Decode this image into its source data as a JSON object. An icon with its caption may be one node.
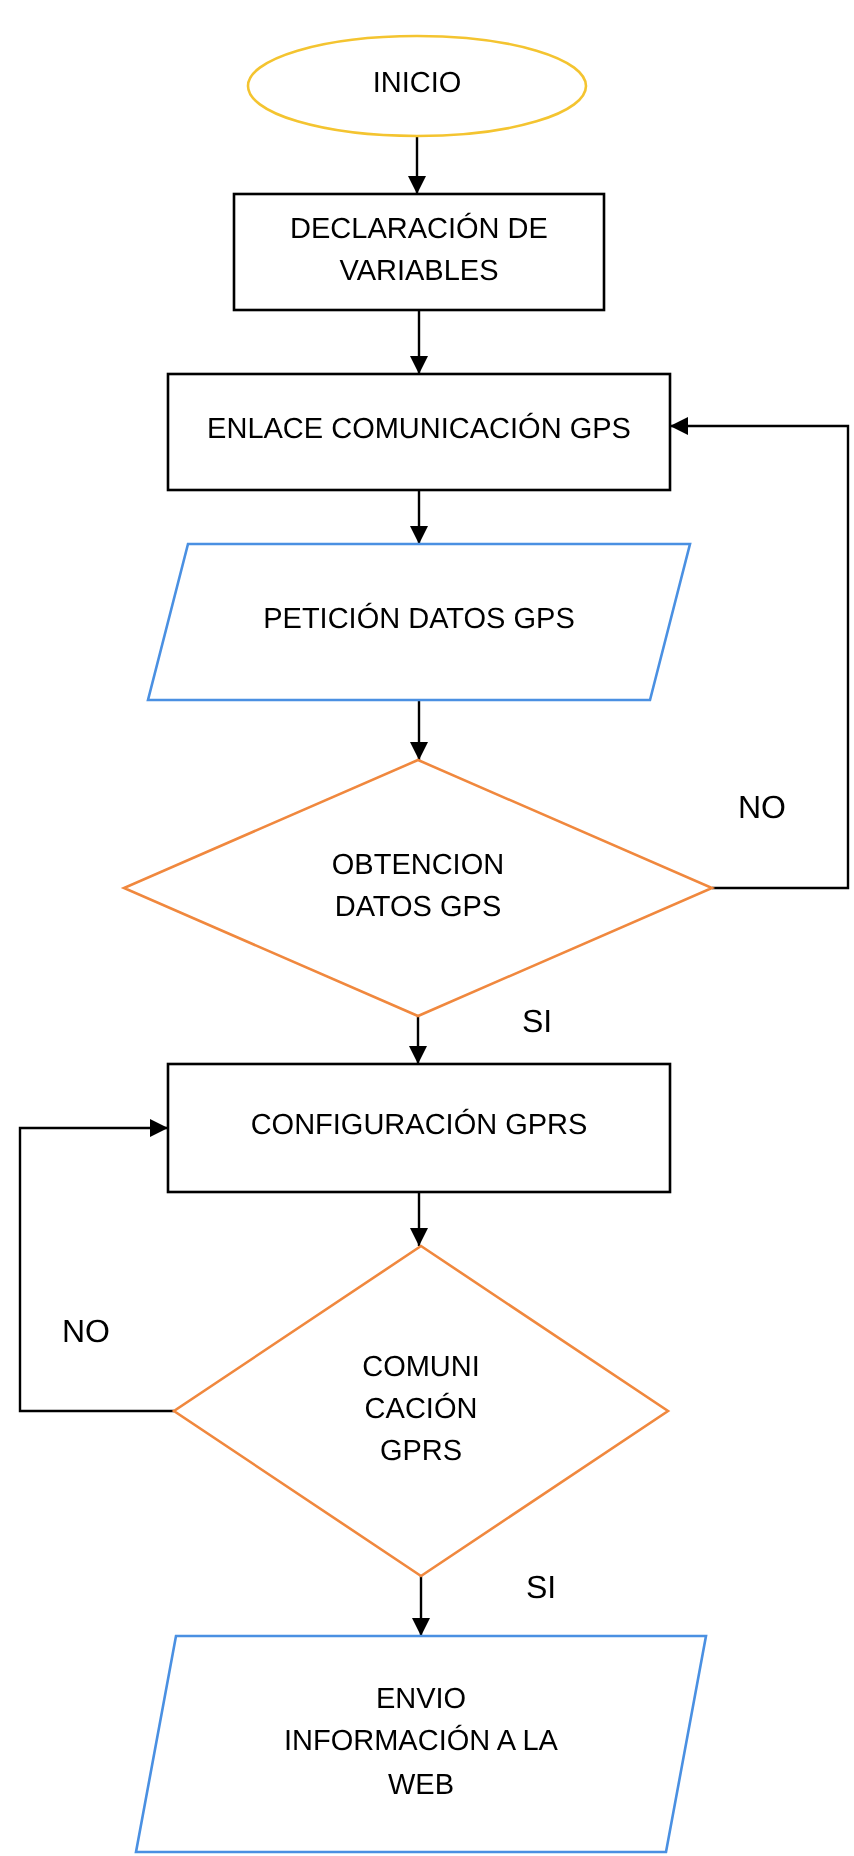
{
  "diagram": {
    "nodes": [
      {
        "text": [
          "INICIO"
        ]
      },
      {
        "text": [
          "DECLARACIÓN DE VARIABLES"
        ]
      },
      {
        "text": [
          "ENLACE COMUNICACIÓN GPS"
        ]
      },
      {
        "text": [
          "PETICIÓN DATOS GPS"
        ]
      },
      {
        "text": [
          "OBTENCION DATOS GPS"
        ]
      },
      {
        "text": [
          "CONFIGURACIÓN GPRS"
        ]
      },
      {
        "text": [
          "COMUNI CACIÓN GPRS"
        ]
      },
      {
        "text": [
          "ENVIO INFORMACIÓN A LA WEB"
        ]
      }
    ],
    "edges": [
      {
        "from": 0,
        "to": 1,
        "arrow": "to"
      },
      {
        "from": 1,
        "to": 2,
        "arrow": "to"
      },
      {
        "from": 2,
        "to": 3,
        "arrow": "to"
      },
      {
        "from": 3,
        "to": 4,
        "arrow": "to"
      },
      {
        "from": 4,
        "to": 5,
        "arrow": "to",
        "label": "SI"
      },
      {
        "from": 4,
        "to": 2,
        "arrow": "to",
        "label": "NO"
      },
      {
        "from": 5,
        "to": 6,
        "arrow": "to"
      },
      {
        "from": 6,
        "to": 7,
        "arrow": "to",
        "label": "SI"
      },
      {
        "from": 6,
        "to": 5,
        "arrow": "to",
        "label": "NO"
      }
    ]
  }
}
